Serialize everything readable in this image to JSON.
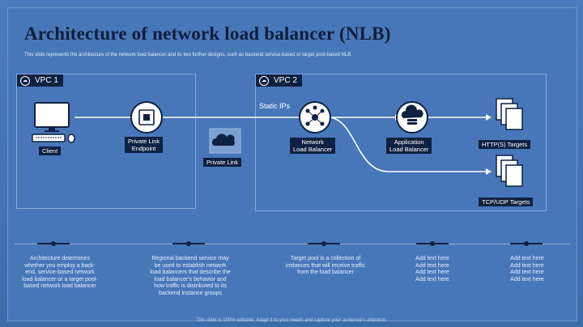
{
  "title": "Architecture of network load balancer (NLB)",
  "subtitle": "This slide represents the architecture of the network load balancer and its two further designs, such as backend service-based or target pool-based NLB.",
  "vpc1": {
    "label": "VPC 1"
  },
  "vpc2": {
    "label": "VPC 2"
  },
  "nodes": {
    "client": "Client",
    "private_link_endpoint": "Private Link\nEndpoint",
    "private_link": "Private Link",
    "network_lb": "Network\nLoad Balancer",
    "application_lb": "Application\nLoad Balancer",
    "http_targets": "HTTP(S) Targets",
    "tcp_targets": "TCP/UDP Targets"
  },
  "static_ips": "Static IPs",
  "descriptions": [
    "Architecture determines\nwhether you employ a back-\nend, service-based network\nload balancer or a target pool-\nbased network load balancer",
    "Regional backend service may\nbe used to establish network\nload balancers that describe the\nload balancer's behavior and\nhow traffic is distributed to its\nbackend instance groups",
    "Target pool is a collection of\ninstances that will receive traffic\nfrom the load balancer",
    "Add text here\nAdd text here\nAdd text here\nAdd text here",
    "Add text here\nAdd text here\nAdd text here\nAdd text here"
  ],
  "footer": "This slide is 100% editable. Adapt it to your needs and capture your audience's attention.",
  "colors": {
    "background": "#4877b9",
    "dark": "#0f2142",
    "line": "#ffffff"
  }
}
